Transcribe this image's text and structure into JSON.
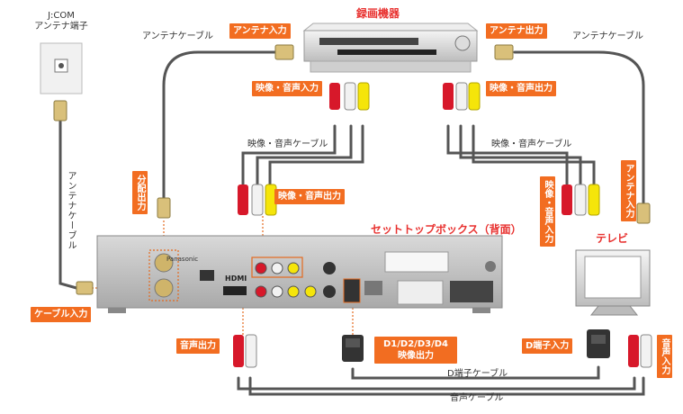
{
  "wall_outlet": {
    "label": "J:COM\nアンテナ端子"
  },
  "recorder": {
    "title": "録画機器"
  },
  "stb": {
    "title": "セットトップボックス（背面）",
    "brand": "Panasonic",
    "hdmi": "HDMI"
  },
  "tv": {
    "title": "テレビ"
  },
  "labels": {
    "antenna_cable_left": "アンテナケーブル",
    "antenna_cable_right": "アンテナケーブル",
    "antenna_cable_vertical": "アンテナケーブル",
    "av_cable_left": "映像・音声ケーブル",
    "av_cable_right": "映像・音声ケーブル",
    "d_cable": "D端子ケーブル",
    "audio_cable": "音声ケーブル"
  },
  "tags": {
    "antenna_in_rec": "アンテナ入力",
    "antenna_out_rec": "アンテナ出力",
    "av_in_rec": "映像・音声入力",
    "av_out_rec": "映像・音声出力",
    "av_out_stb": "映像・音声出力",
    "av_in_tv": "映像・音声入力",
    "antenna_in_tv": "アンテナ入力",
    "split_out": "分配出力",
    "cable_in": "ケーブル入力",
    "audio_out": "音声出力",
    "d_out": "D1/D2/D3/D4\n映像出力",
    "d_in": "D端子入力",
    "audio_in": "音声入力"
  },
  "colors": {
    "tag": "#f26d21",
    "title": "#e8312f",
    "cable": "#555555",
    "rca_red": "#d7182a",
    "rca_white": "#f2f2f2",
    "rca_yellow": "#f5e50a"
  }
}
